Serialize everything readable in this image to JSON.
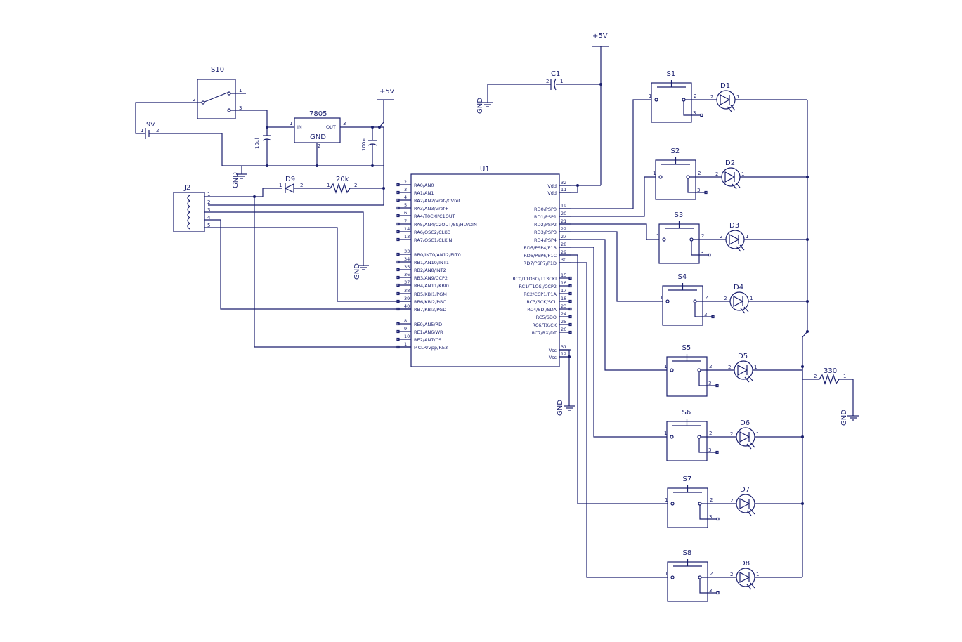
{
  "u1": {
    "name": "U1",
    "left_pins": [
      {
        "num": "2",
        "label": "RA0/AN0"
      },
      {
        "num": "3",
        "label": "RA1/AN1"
      },
      {
        "num": "4",
        "label": "RA2/AN2/Vref-/CVref"
      },
      {
        "num": "5",
        "label": "RA3/AN3/Vref+"
      },
      {
        "num": "6",
        "label": "RA4/T0CKI/C1OUT"
      },
      {
        "num": "7",
        "label": "RA5/AN4/C2OUT/SS/HLVDIN"
      },
      {
        "num": "14",
        "label": "RA6/OSC2/CLKO"
      },
      {
        "num": "13",
        "label": "RA7/OSC1/CLKIN"
      },
      {
        "num": "33",
        "label": "RB0/INT0/AN12/FLT0"
      },
      {
        "num": "34",
        "label": "RB1/AN10/INT1"
      },
      {
        "num": "35",
        "label": "RB2/AN8/INT2"
      },
      {
        "num": "36",
        "label": "RB3/AN9/CCP2"
      },
      {
        "num": "37",
        "label": "RB4/AN11/KBI0"
      },
      {
        "num": "38",
        "label": "RB5/KBI1/PGM"
      },
      {
        "num": "39",
        "label": "RB6/KBI2/PGC"
      },
      {
        "num": "40",
        "label": "RB7/KBI3/PGD"
      },
      {
        "num": "8",
        "label": "RE0/AN5/RD"
      },
      {
        "num": "9",
        "label": "RE1/AN6/WR"
      },
      {
        "num": "10",
        "label": "RE2/AN7/CS"
      },
      {
        "num": "1",
        "label": "MCLR/Vpp/RE3"
      }
    ],
    "right_pins": [
      {
        "num": "32",
        "label": "Vdd"
      },
      {
        "num": "11",
        "label": "Vdd"
      },
      {
        "num": "19",
        "label": "RD0/PSP0"
      },
      {
        "num": "20",
        "label": "RD1/PSP1"
      },
      {
        "num": "21",
        "label": "RD2/PSP2"
      },
      {
        "num": "22",
        "label": "RD3/PSP3"
      },
      {
        "num": "27",
        "label": "RD4/PSP4"
      },
      {
        "num": "28",
        "label": "RD5/PSP4/P1B"
      },
      {
        "num": "29",
        "label": "RD6/PSP6/P1C"
      },
      {
        "num": "30",
        "label": "RD7/PSP7/P1D"
      },
      {
        "num": "15",
        "label": "RC0/T1OSO/T13CKI"
      },
      {
        "num": "16",
        "label": "RC1/T1OSI/CCP2"
      },
      {
        "num": "17",
        "label": "RC2/CCP1/P1A"
      },
      {
        "num": "18",
        "label": "RC3/SCK/SCL"
      },
      {
        "num": "23",
        "label": "RC4/SDI/SDA"
      },
      {
        "num": "24",
        "label": "RC5/SDO"
      },
      {
        "num": "25",
        "label": "RC6/TX/CK"
      },
      {
        "num": "26",
        "label": "RC7/RX/DT"
      },
      {
        "num": "31",
        "label": "Vss"
      },
      {
        "num": "12",
        "label": "Vss"
      }
    ]
  },
  "power": {
    "vcc_label": "+5V",
    "vcc_label_small": "+5v",
    "gnd_label": "GND",
    "battery": "9v",
    "regulator": "7805",
    "reg_in": "IN",
    "reg_out": "OUT",
    "reg_gnd": "GND",
    "cap1": "10uf",
    "cap2": "100n",
    "c1": "C1",
    "switch": "S10"
  },
  "components": {
    "d9": "D9",
    "r20k": "20k",
    "j2": "J2",
    "r330": "330"
  },
  "switches": [
    "S1",
    "S2",
    "S3",
    "S4",
    "S5",
    "S6",
    "S7",
    "S8"
  ],
  "leds": [
    "D1",
    "D2",
    "D3",
    "D4",
    "D5",
    "D6",
    "D7",
    "D8"
  ],
  "pin_nums": {
    "one": "1",
    "two": "2",
    "three": "3",
    "four": "4",
    "five": "5"
  }
}
